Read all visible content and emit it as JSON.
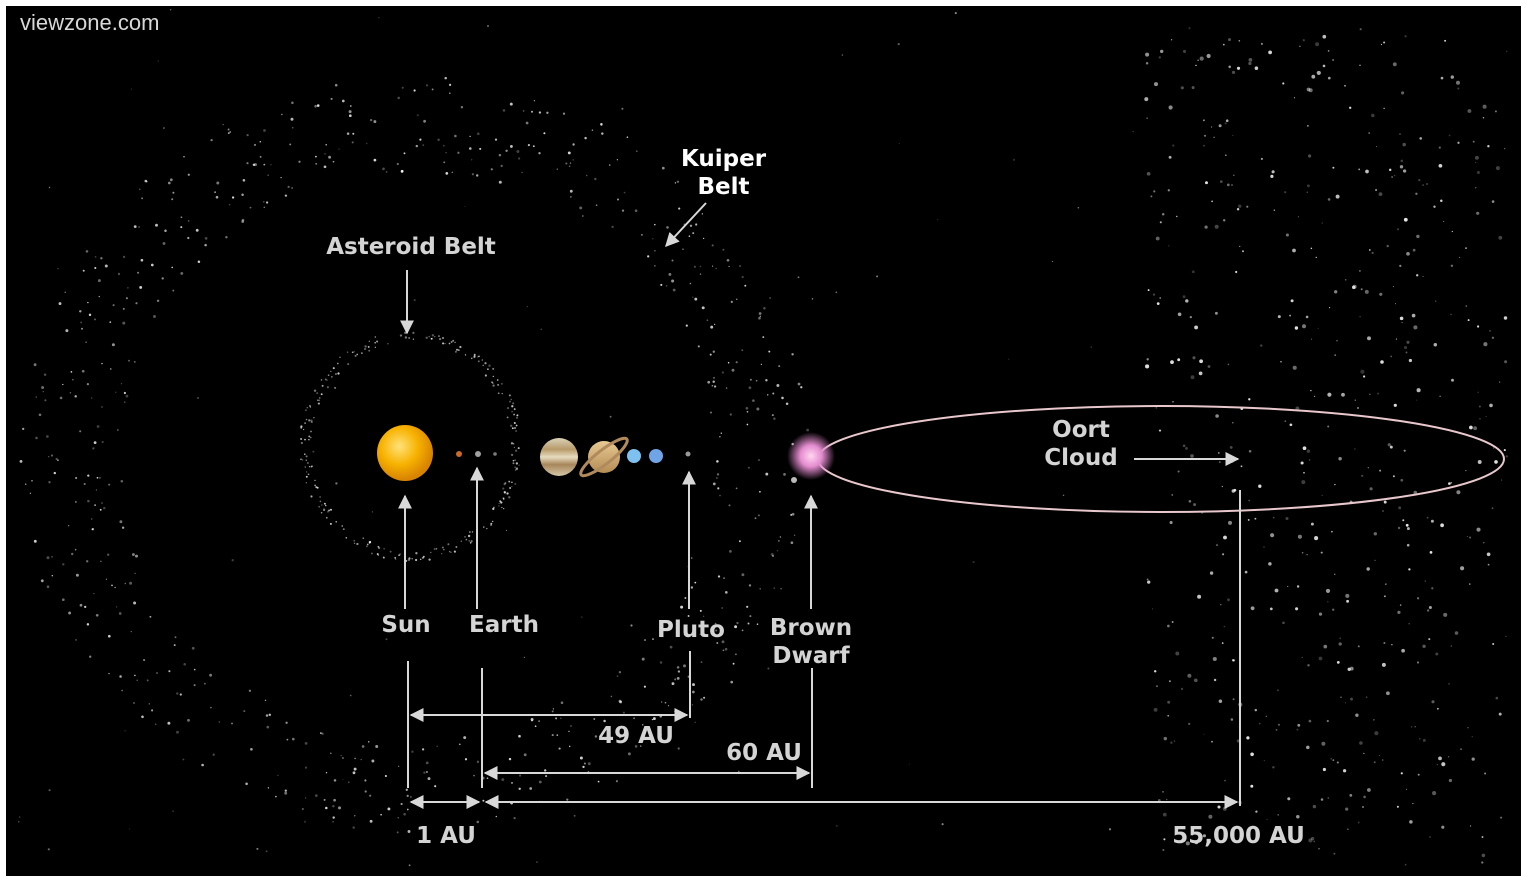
{
  "watermark": "viewzone.com",
  "labels": {
    "kuiper_belt": [
      "Kuiper",
      "Belt"
    ],
    "asteroid_belt": "Asteroid Belt",
    "oort_cloud": [
      "Oort",
      "Cloud"
    ],
    "sun": "Sun",
    "earth": "Earth",
    "pluto": "Pluto",
    "brown_dwarf": [
      "Brown",
      "Dwarf"
    ]
  },
  "distances": {
    "sun_pluto": "49 AU",
    "earth_brown_dwarf": "60 AU",
    "sun_earth": "1 AU",
    "earth_oort": "55,000 AU"
  },
  "colors": {
    "background": "#000000",
    "line": "#d8d8d8",
    "label": "#d4d4d4",
    "sun": "#f5a800",
    "oort_ellipse": "#e8c8cc",
    "brown_dwarf": "#e89ad0"
  }
}
